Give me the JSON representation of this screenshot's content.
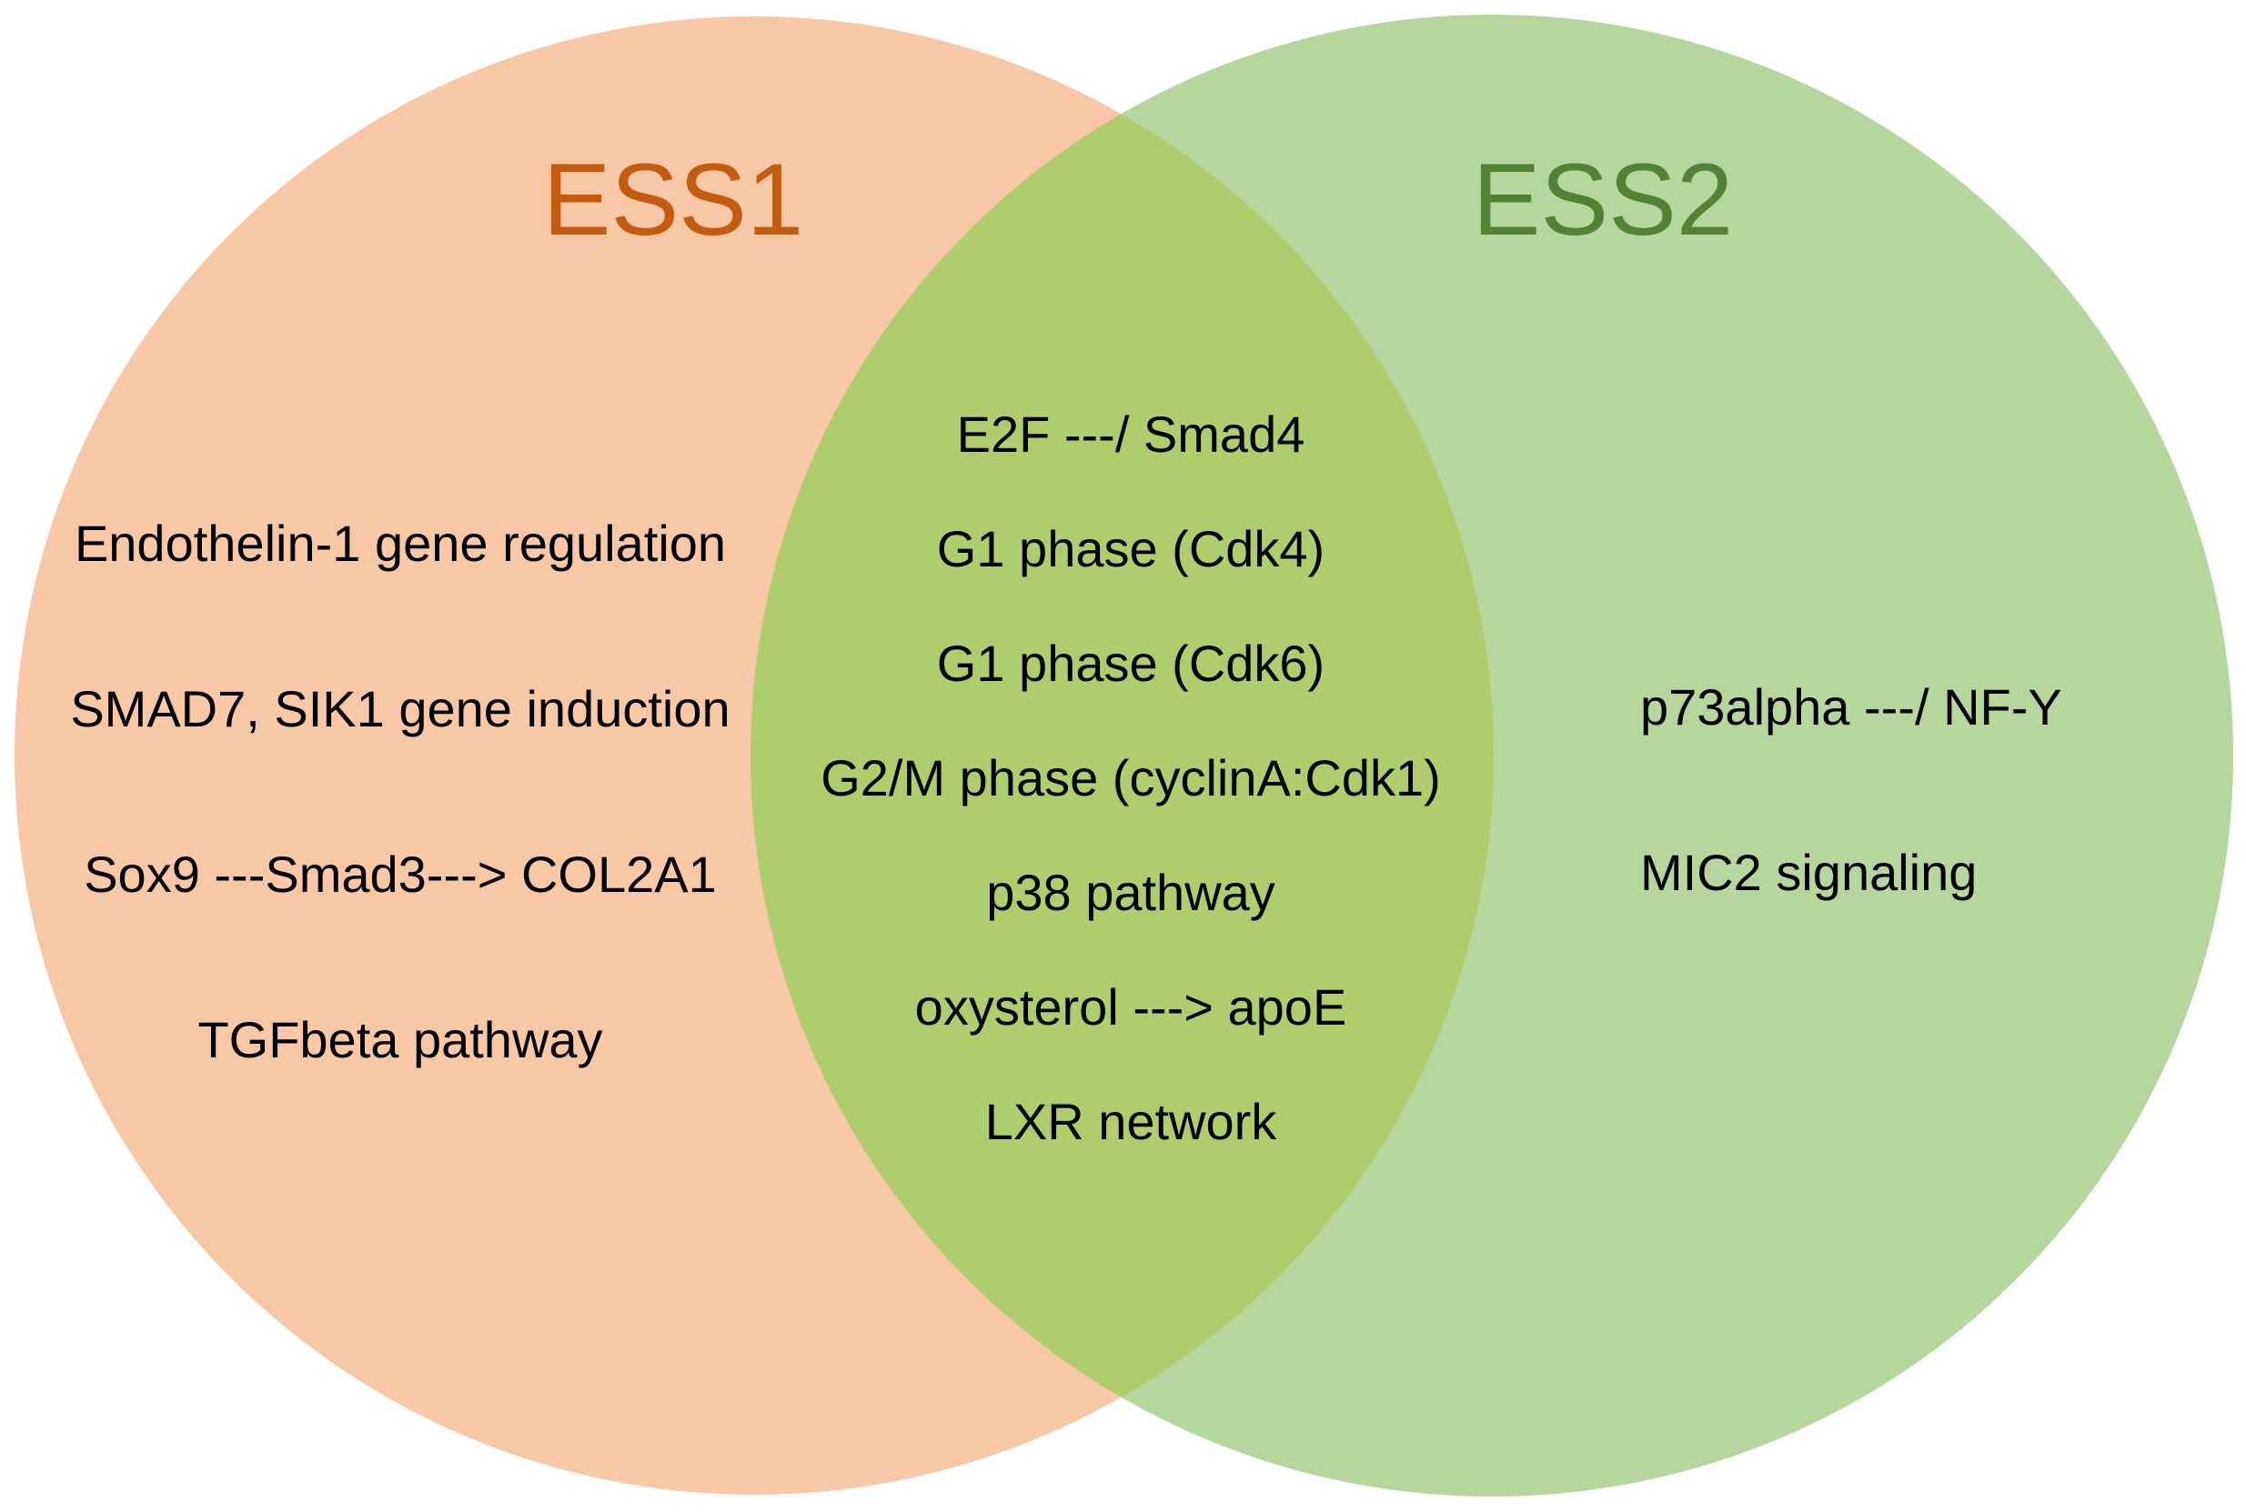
{
  "sets": [
    {
      "name": "ESS1",
      "fill_color": "#F4B183",
      "label_color": "#C55A11",
      "items": [
        "Endothelin-1 gene regulation",
        "SMAD7, SIK1 gene induction",
        "Sox9 ---Smad3---> COL2A1",
        "TGFbeta pathway"
      ]
    },
    {
      "name": "ESS2",
      "fill_color": "#A9D18E",
      "label_color": "#548235",
      "items": [
        "p73alpha ---/ NF-Y",
        "MIC2 signaling"
      ]
    }
  ],
  "intersection": {
    "fill_color": "#B0CD6E",
    "items": [
      "E2F ---/ Smad4",
      "G1 phase (Cdk4)",
      "G1 phase (Cdk6)",
      "G2/M phase (cyclinA:Cdk1)",
      "p38 pathway",
      "oxysterol ---> apoE",
      "LXR network"
    ]
  }
}
